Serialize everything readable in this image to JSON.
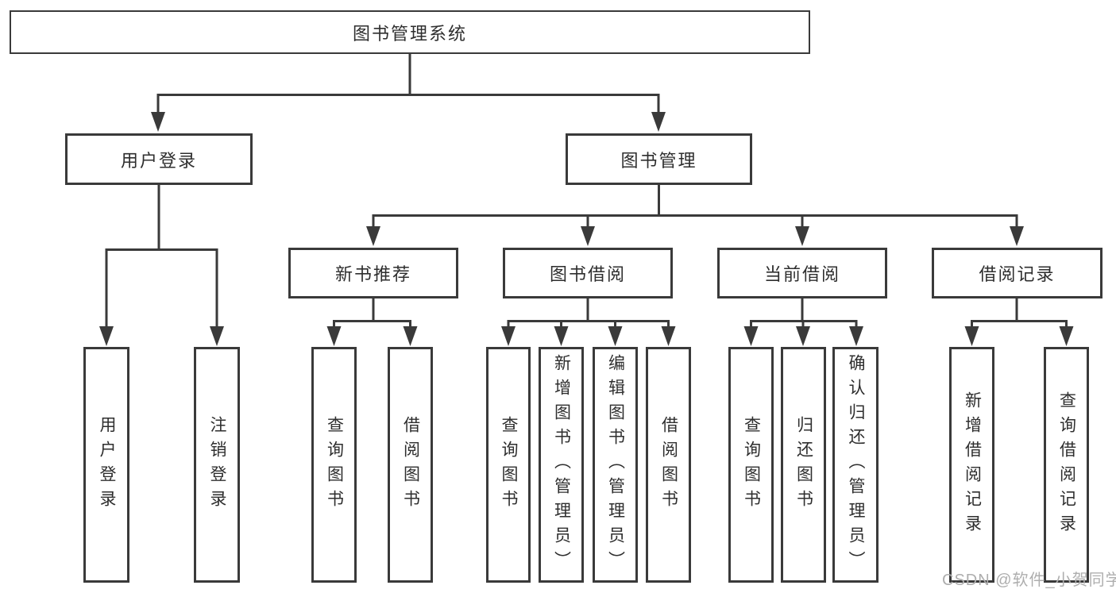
{
  "diagram": {
    "title": "图书管理系统",
    "root": "图书管理系统",
    "level1": [
      "用户登录",
      "图书管理"
    ],
    "level2": [
      "新书推荐",
      "图书借阅",
      "当前借阅",
      "借阅记录"
    ],
    "leaves": {
      "login": [
        "用户登录",
        "注销登录"
      ],
      "recommend": [
        "查询图书",
        "借阅图书"
      ],
      "borrow": [
        "查询图书",
        "新增图书（管理员）",
        "编辑图书（管理员）",
        "借阅图书"
      ],
      "current": [
        "查询图书",
        "归还图书",
        "确认归还（管理员）"
      ],
      "records": [
        "新增借阅记录",
        "查询借阅记录"
      ]
    }
  },
  "watermark": "CSDN @软件_小贺同学",
  "colors": {
    "line": "#3a3a3a",
    "text": "#2e2e2e",
    "watermark": "#aeaeae",
    "background": "#ffffff"
  }
}
